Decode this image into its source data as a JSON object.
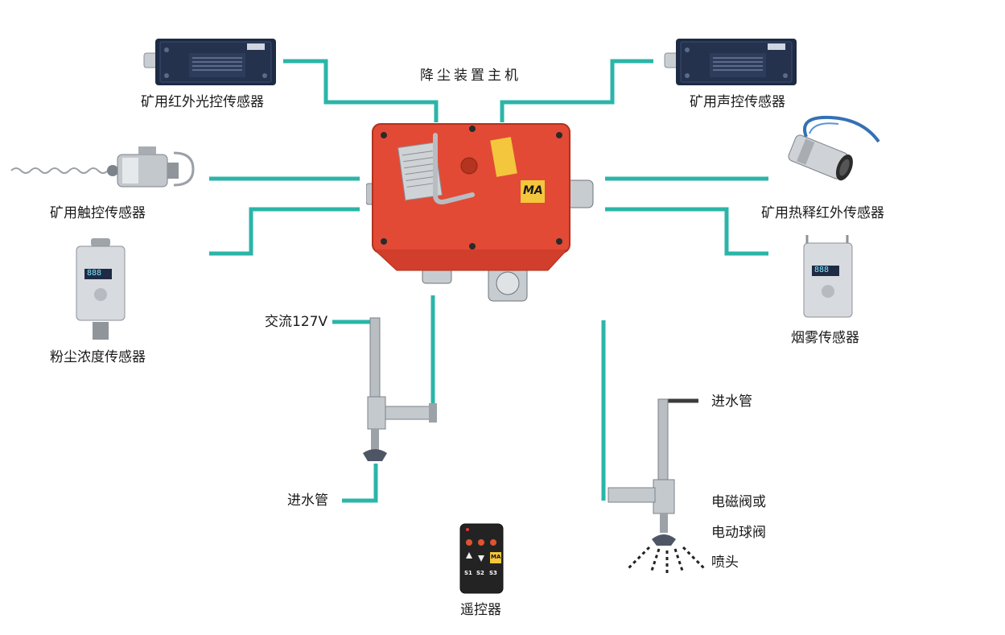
{
  "labels": {
    "main_unit": "降尘装置主机",
    "ir_light_sensor": "矿用红外光控传感器",
    "sound_sensor": "矿用声控传感器",
    "touch_sensor": "矿用触控传感器",
    "pyro_ir_sensor": "矿用热释红外传感器",
    "dust_sensor": "粉尘浓度传感器",
    "smoke_sensor": "烟雾传感器",
    "ac_power": "交流127V",
    "water_inlet_left": "进水管",
    "water_inlet_right": "进水管",
    "valve_line1": "电磁阀或",
    "valve_line2": "电动球阀",
    "nozzle": "喷头",
    "remote": "遥控器"
  },
  "device_text": {
    "box_badge": "MA",
    "remote_badge": "MA",
    "remote_keys": [
      "S1",
      "S2",
      "S3"
    ],
    "sensor_display": "888"
  },
  "colors": {
    "wire": "#2bb5a8",
    "box": "#e24a36",
    "sensor_dark": "#1d2b45",
    "metal": "#c9ced3"
  }
}
